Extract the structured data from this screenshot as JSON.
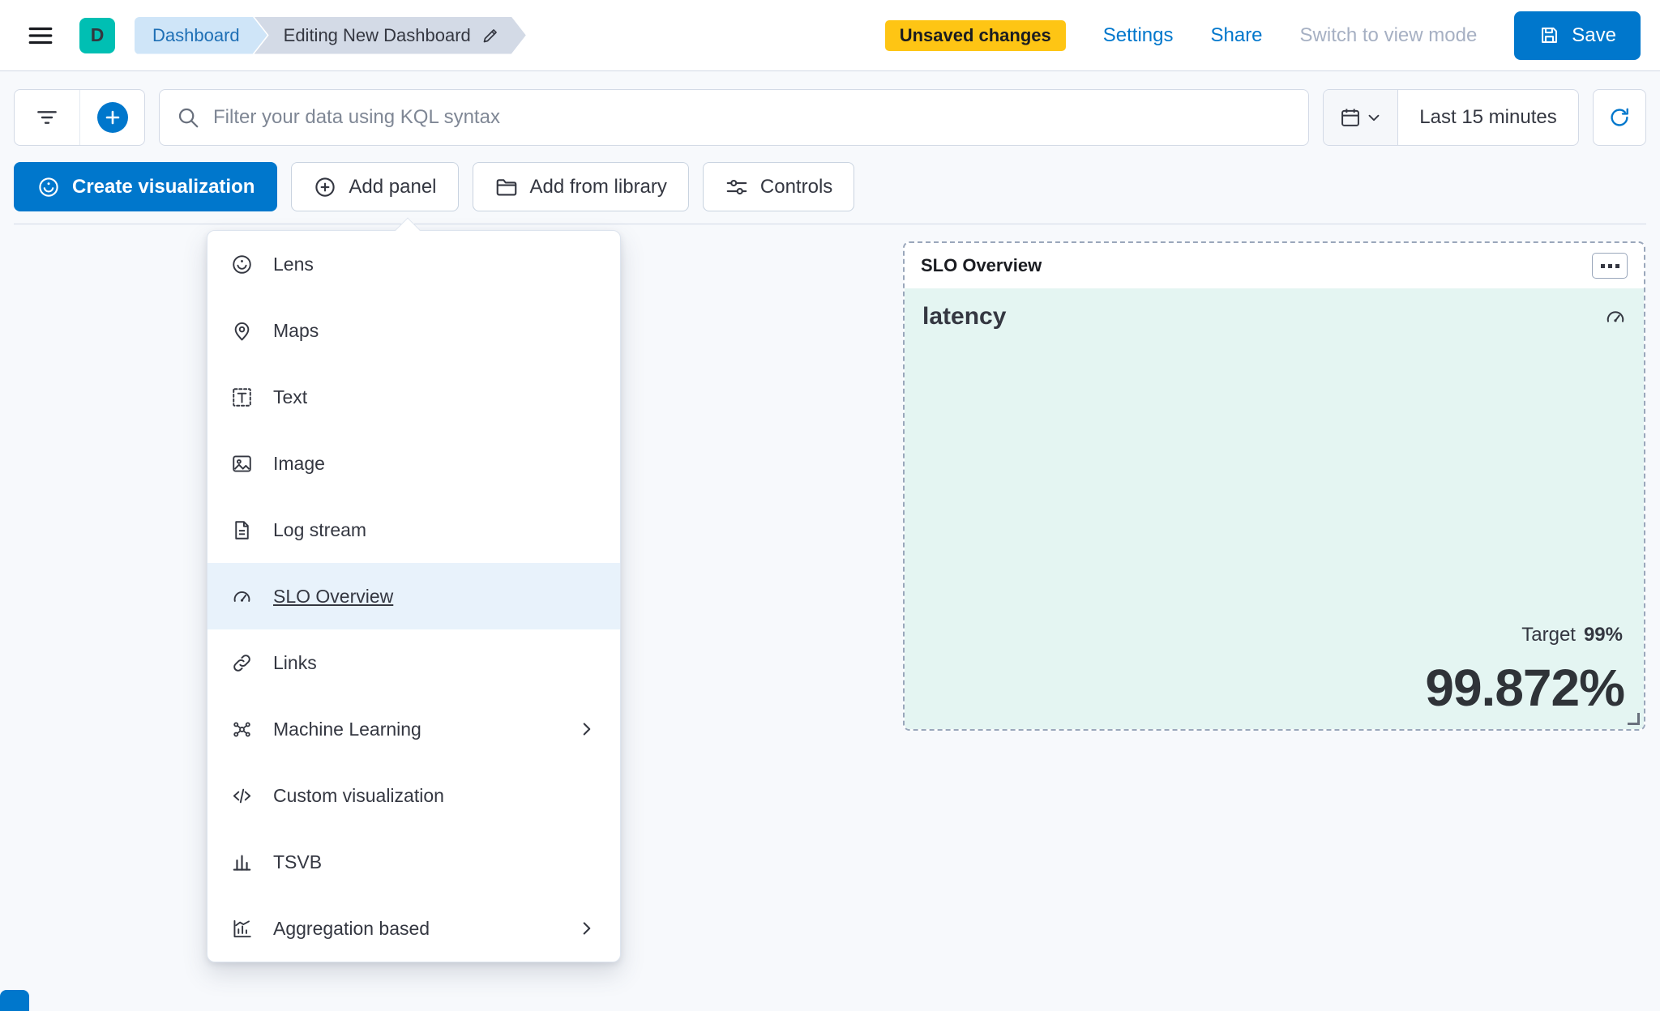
{
  "header": {
    "avatar_initial": "D",
    "breadcrumbs": [
      "Dashboard",
      "Editing New Dashboard"
    ],
    "unsaved_badge": "Unsaved changes",
    "settings": "Settings",
    "share": "Share",
    "switch_to_view_mode": "Switch to view mode",
    "save": "Save"
  },
  "query_bar": {
    "search_placeholder": "Filter your data using KQL syntax",
    "time_range": "Last 15 minutes"
  },
  "toolbar": {
    "create_visualization": "Create visualization",
    "add_panel": "Add panel",
    "add_from_library": "Add from library",
    "controls": "Controls"
  },
  "add_panel_menu": {
    "items": [
      {
        "label": "Lens",
        "icon": "lens-icon"
      },
      {
        "label": "Maps",
        "icon": "maps-pin-icon"
      },
      {
        "label": "Text",
        "icon": "text-icon"
      },
      {
        "label": "Image",
        "icon": "image-icon"
      },
      {
        "label": "Log stream",
        "icon": "log-stream-icon"
      },
      {
        "label": "SLO Overview",
        "icon": "slo-gauge-icon",
        "highlighted": true
      },
      {
        "label": "Links",
        "icon": "link-icon"
      },
      {
        "label": "Machine Learning",
        "icon": "machine-learning-icon",
        "has_submenu": true
      },
      {
        "label": "Custom visualization",
        "icon": "code-icon"
      },
      {
        "label": "TSVB",
        "icon": "tsvb-icon"
      },
      {
        "label": "Aggregation based",
        "icon": "aggregation-chart-icon",
        "has_submenu": true
      }
    ]
  },
  "slo_panel": {
    "title": "SLO Overview",
    "metric_name": "latency",
    "target_label": "Target",
    "target_value": "99%",
    "value": "99.872%"
  },
  "colors": {
    "primary": "#0077cc",
    "warning": "#fec514",
    "avatar": "#00bfb3",
    "panel_bg": "#e4f5f2",
    "highlight": "#e8f2fb"
  }
}
